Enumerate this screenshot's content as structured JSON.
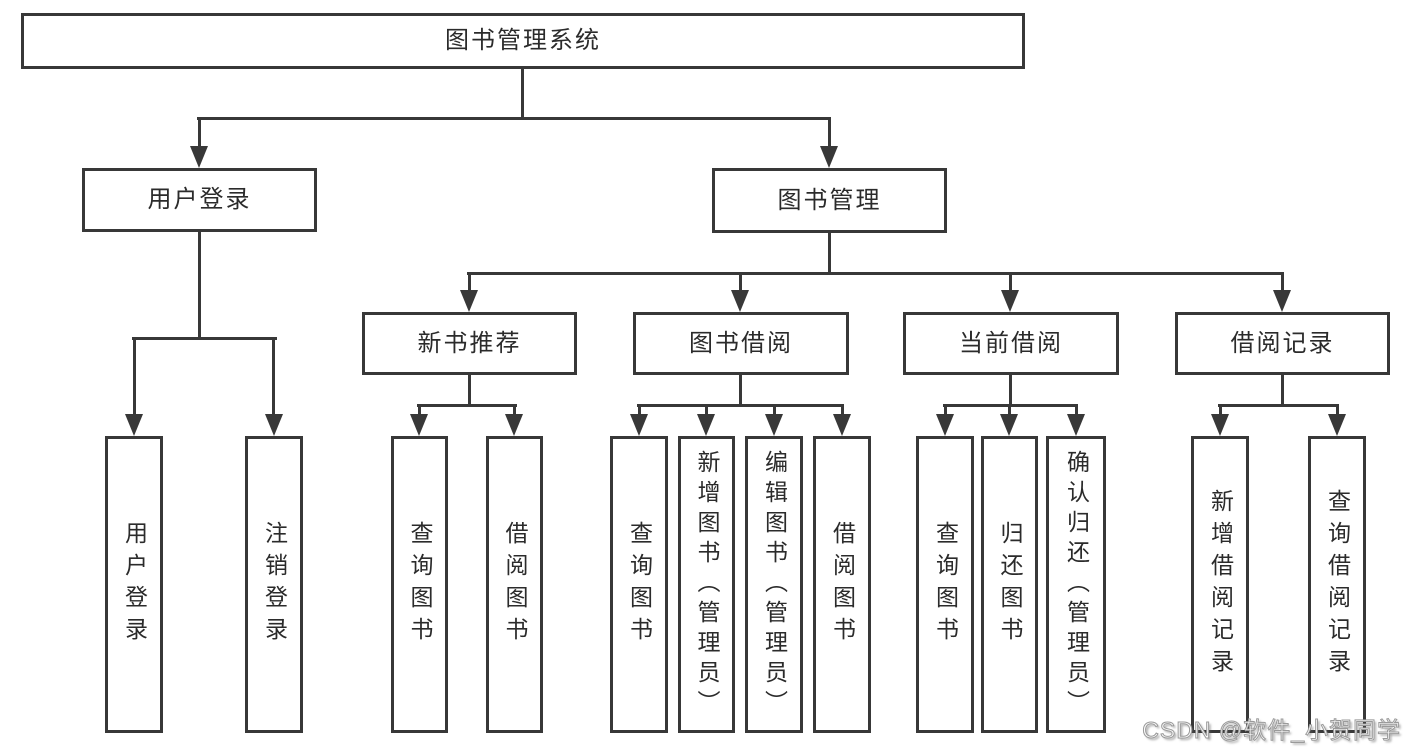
{
  "diagram": {
    "root": "图书管理系统",
    "level2": [
      {
        "label": "用户登录"
      },
      {
        "label": "图书管理"
      }
    ],
    "level3": [
      {
        "label": "新书推荐"
      },
      {
        "label": "图书借阅"
      },
      {
        "label": "当前借阅"
      },
      {
        "label": "借阅记录"
      }
    ],
    "leaves": {
      "login": [
        "用户登录",
        "注销登录"
      ],
      "recommend": [
        "查询图书",
        "借阅图书"
      ],
      "borrow": [
        "查询图书",
        "新增图书（管理员）",
        "编辑图书（管理员）",
        "借阅图书"
      ],
      "current": [
        "查询图书",
        "归还图书",
        "确认归还（管理员）"
      ],
      "records": [
        "新增借阅记录",
        "查询借阅记录"
      ]
    }
  },
  "watermark": "CSDN @软件_小贺同学",
  "colors": {
    "line": "#383838",
    "text": "#2b2b2b",
    "background": "#ffffff"
  }
}
